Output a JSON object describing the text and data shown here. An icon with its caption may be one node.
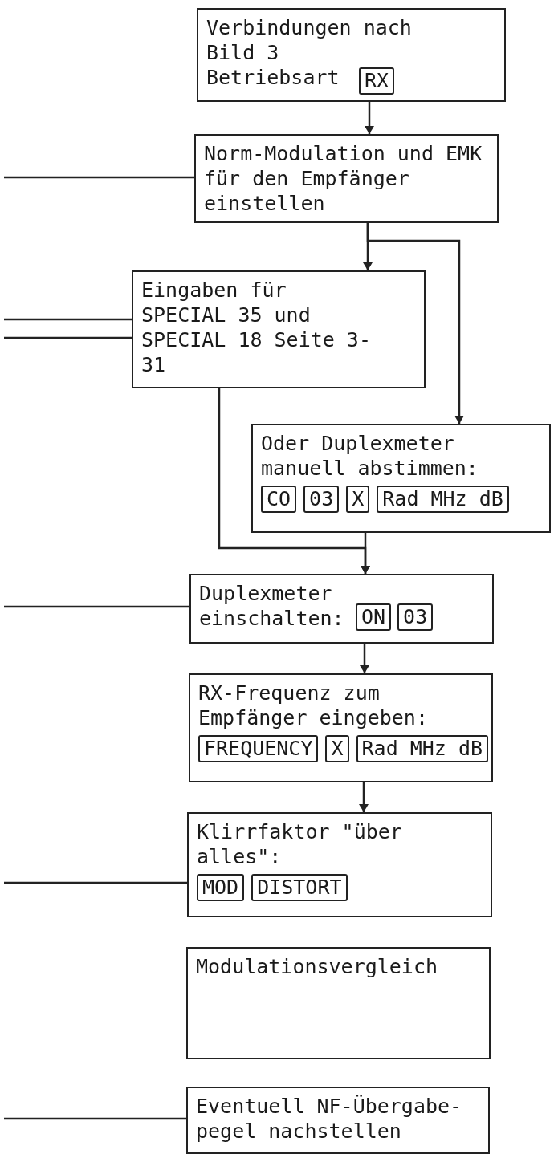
{
  "diagram": {
    "nodes": [
      {
        "text": [
          "Verbindungen nach Bild 3 Betriebsart"
        ]
      },
      {
        "text": [
          "RX"
        ],
        "in": 0
      },
      {
        "text": [
          "Norm-Modulation und EMK für den Empfänger einstellen"
        ]
      },
      {
        "text": [
          "Eingaben für SPECIAL 35 und SPECIAL 18 Seite 3-31"
        ]
      },
      {
        "text": [
          "Oder Duplexmeter manuell abstimmen:"
        ]
      },
      {
        "text": [
          "CO"
        ],
        "in": 4
      },
      {
        "text": [
          "03"
        ],
        "in": 4
      },
      {
        "text": [
          "X"
        ],
        "in": 4
      },
      {
        "text": [
          "Rad MHz dB"
        ],
        "in": 4
      },
      {
        "text": [
          "Duplexmeter einschalten:"
        ]
      },
      {
        "text": [
          "ON"
        ],
        "in": 9
      },
      {
        "text": [
          "03"
        ],
        "in": 9
      },
      {
        "text": [
          "RX-Frequenz zum Empfänger eingeben:"
        ]
      },
      {
        "text": [
          "FREQUENCY"
        ],
        "in": 12
      },
      {
        "text": [
          "X"
        ],
        "in": 12
      },
      {
        "text": [
          "Rad MHz dB"
        ],
        "in": 12
      },
      {
        "text": [
          "Klirrfaktor \"über alles\":"
        ]
      },
      {
        "text": [
          "MOD"
        ],
        "in": 16
      },
      {
        "text": [
          "DISTORT"
        ],
        "in": 16
      },
      {
        "text": [
          "Modulationsvergleich"
        ]
      },
      {
        "text": [
          "Eventuell NF-Übergabe- pegel nachstellen"
        ]
      }
    ],
    "edges": [
      {
        "from": 0,
        "to": 2,
        "arrow": "to"
      },
      {
        "from": 2,
        "to": 3,
        "arrow": "to"
      },
      {
        "from": 2,
        "to": 4,
        "arrow": "to"
      },
      {
        "from": 3,
        "to": 9,
        "arrow": "to"
      },
      {
        "from": 4,
        "to": 9,
        "arrow": "to"
      },
      {
        "from": 9,
        "to": 12,
        "arrow": "to"
      },
      {
        "from": 12,
        "to": 16,
        "arrow": "to"
      },
      {
        "from": null,
        "to": 2,
        "arrow": "none"
      },
      {
        "from": null,
        "to": 3,
        "arrow": "none"
      },
      {
        "from": null,
        "to": 3,
        "arrow": "none"
      },
      {
        "from": null,
        "to": 9,
        "arrow": "none"
      },
      {
        "from": null,
        "to": 16,
        "arrow": "none"
      },
      {
        "from": null,
        "to": 20,
        "arrow": "none"
      }
    ]
  }
}
